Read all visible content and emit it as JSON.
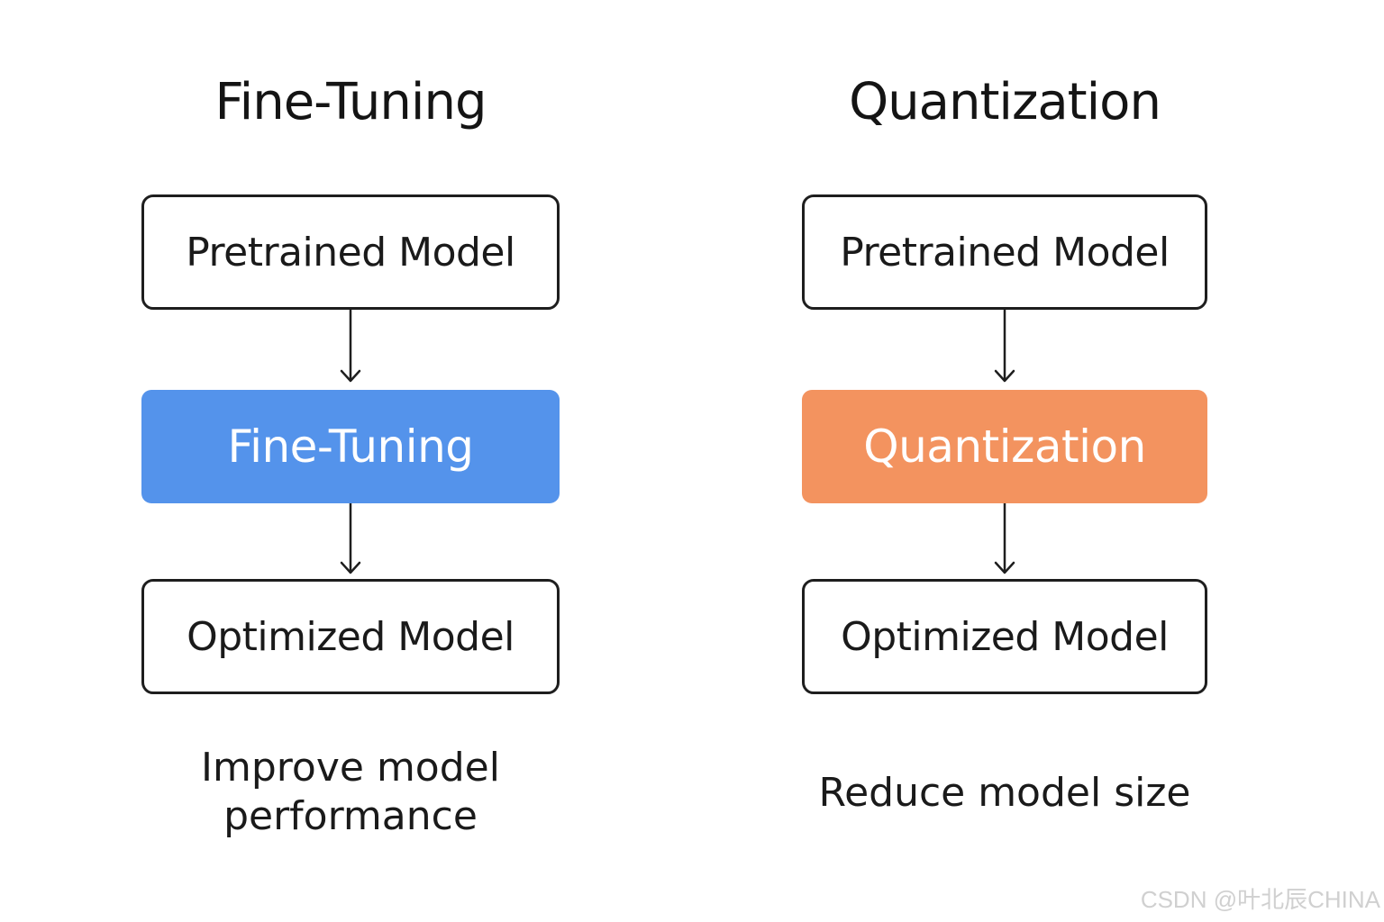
{
  "left": {
    "title": "Fine-Tuning",
    "top_box": "Pretrained Model",
    "process_box": "Fine-Tuning",
    "bottom_box": "Optimized Model",
    "caption_line1": "Improve model",
    "caption_line2": "performance",
    "process_color": "#5493eb"
  },
  "right": {
    "title": "Quantization",
    "top_box": "Pretrained Model",
    "process_box": "Quantization",
    "bottom_box": "Optimized Model",
    "caption": "Reduce model size",
    "process_color": "#f3935f"
  },
  "watermark": "CSDN @叶北辰CHINA"
}
